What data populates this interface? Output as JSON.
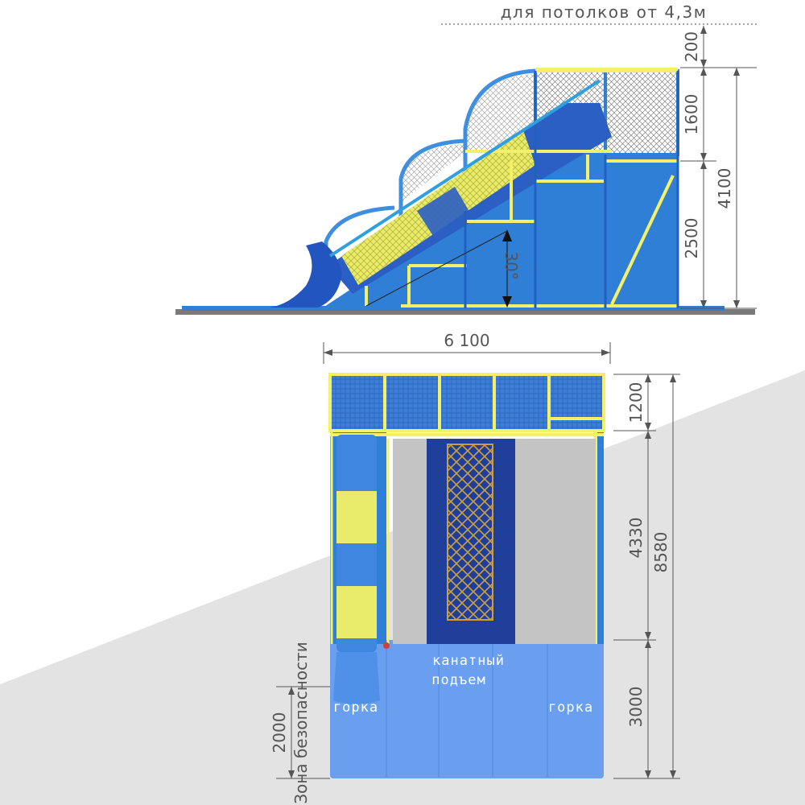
{
  "ceiling_note": "для потолков от 4,3м",
  "side_view": {
    "dim_200": "200",
    "dim_1600": "1600",
    "dim_2500": "2500",
    "dim_4100": "4100",
    "angle": "30°"
  },
  "top_view": {
    "width": "6 100",
    "dim_1200": "1200",
    "dim_4330": "4330",
    "dim_3000": "3000",
    "dim_8580": "8580",
    "dim_2000": "2000",
    "safety_zone": "Зона безопасности",
    "rope_climb_line1": "канатный",
    "rope_climb_line2": "подъем",
    "slide_left": "горка",
    "slide_right": "горка"
  },
  "colors": {
    "structure_blue": "#2f7fd6",
    "frame_yellow": "#f4f06a",
    "tube_yellow": "#e8ec6a",
    "mat_blue": "#6a9ff0",
    "dark_blue": "#1f3f9a",
    "grey_panel": "#c4c4c4",
    "background_grey": "#e3e3e3"
  }
}
